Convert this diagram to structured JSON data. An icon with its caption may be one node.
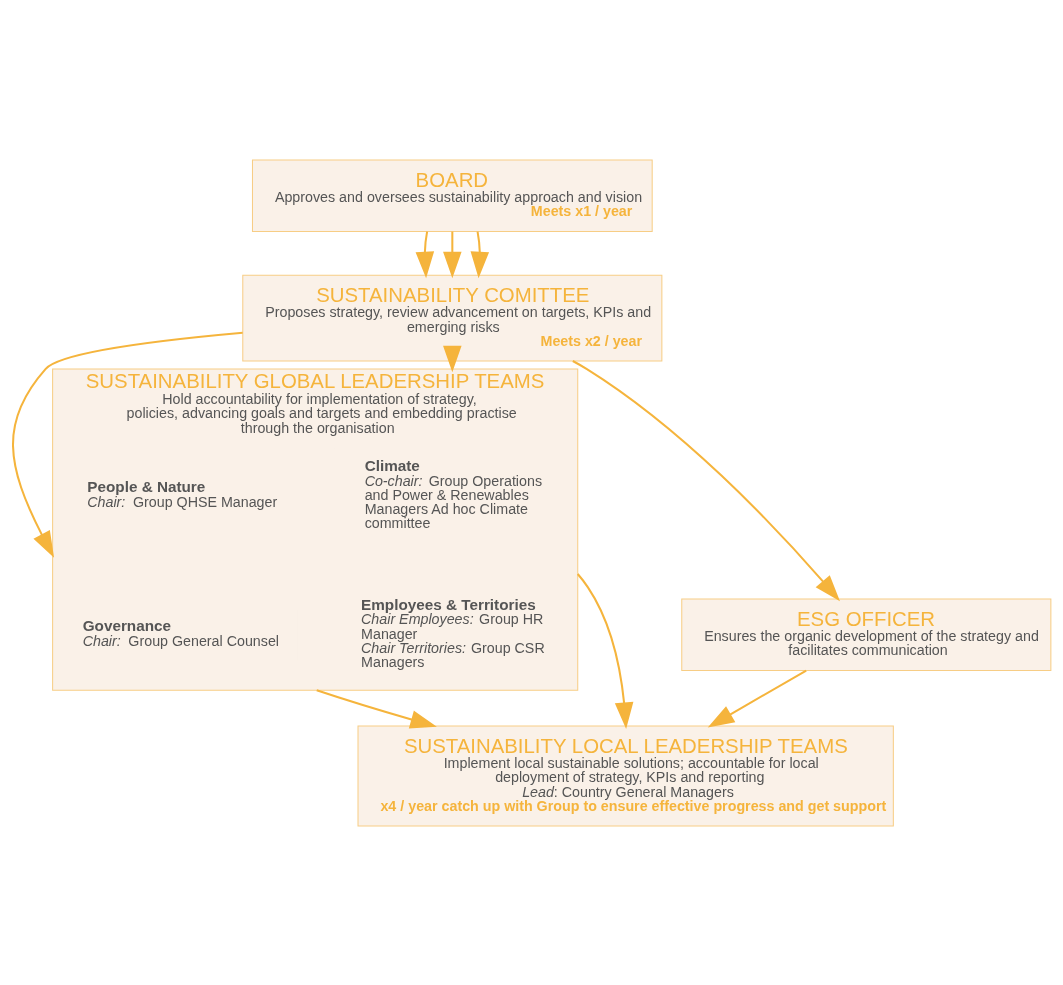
{
  "diagram": {
    "nodes": [
      {
        "text": [
          "BOARD",
          "Approves and oversees sustainability approach and vision",
          "Meets x1 / year"
        ]
      },
      {
        "text": [
          "SUSTAINABILITY COMITTEE",
          "Proposes strategy, review advancement on targets, KPIs and emerging risks",
          "Meets x2 / year"
        ]
      },
      {
        "text": [
          "SUSTAINABILITY GLOBAL LEADERSHIP TEAMS",
          "Hold accountability for implementation of strategy, policies, advancing goals and targets and embedding practise through the organisation"
        ]
      },
      {
        "text": [
          "Climate",
          "*Co-chair:* Group Operations and Power & Renewables Managers Ad hoc Climate committee"
        ],
        "in": 2
      },
      {
        "text": [
          "People & Nature",
          "*Chair:* Group QHSE Manager"
        ],
        "in": 2
      },
      {
        "text": [
          "Employees & Territories",
          "*Chair Employees:* Group HR Manager",
          "*Chair Territories:* Group CSR Managers"
        ],
        "in": 2
      },
      {
        "text": [
          "Governance",
          "*Chair:* Group General Counsel"
        ],
        "in": 2
      },
      {
        "text": [
          "ESG OFFICER",
          "Ensures the organic development of the strategy and facilitates communication"
        ]
      },
      {
        "text": [
          "SUSTAINABILITY LOCAL LEADERSHIP TEAMS",
          "Implement local sustainable solutions; accountable for local deployment of strategy, KPIs and reporting",
          "*Lead*: Country General Managers",
          "x4 / year catch up with Group to ensure effective progress and get support"
        ]
      }
    ],
    "edges": [
      {
        "from": 0,
        "to": 1,
        "arrow": "to"
      },
      {
        "from": 0,
        "to": 1,
        "arrow": "to"
      },
      {
        "from": 0,
        "to": 1,
        "arrow": "to"
      },
      {
        "from": 1,
        "to": 2,
        "arrow": "to"
      },
      {
        "from": 1,
        "to": 2,
        "arrow": "to"
      },
      {
        "from": 1,
        "to": 7,
        "arrow": "to"
      },
      {
        "from": 2,
        "to": 8,
        "arrow": "to"
      },
      {
        "from": 2,
        "to": 8,
        "arrow": "to"
      },
      {
        "from": 7,
        "to": 8,
        "arrow": "to"
      }
    ]
  }
}
